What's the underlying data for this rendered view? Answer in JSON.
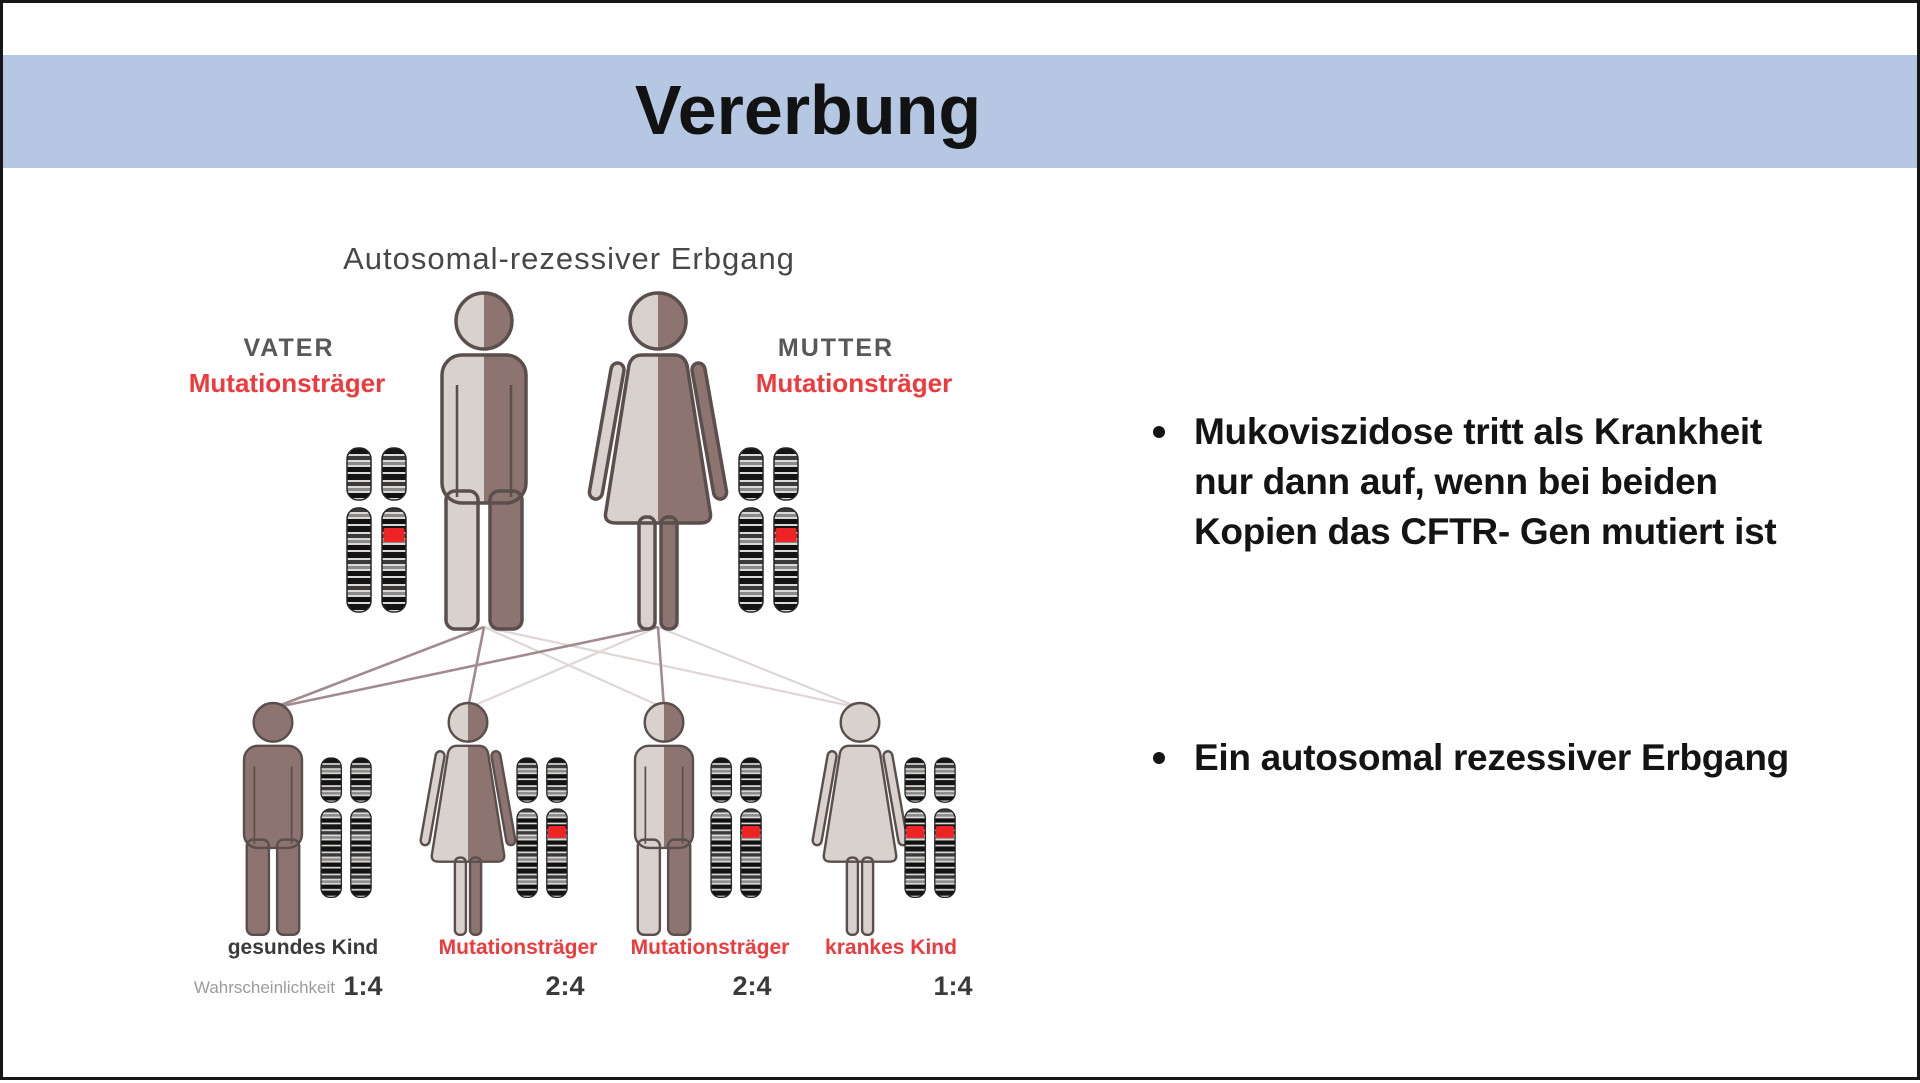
{
  "slide": {
    "title": "Vererbung",
    "colors": {
      "title_band": "#b5c7e2",
      "mutation_red": "#ee3a3c",
      "figure_light": "#d8d1ce",
      "figure_dark": "#8d7471"
    }
  },
  "diagram": {
    "title": "Autosomal-rezessiver Erbgang",
    "father": {
      "role": "VATER",
      "status": "Mutationsträger"
    },
    "mother": {
      "role": "MUTTER",
      "status": "Mutationsträger"
    },
    "probability_label": "Wahrscheinlichkeit",
    "children": [
      {
        "label": "gesundes Kind",
        "ratio": "1:4"
      },
      {
        "label": "Mutationsträger",
        "ratio": "2:4"
      },
      {
        "label": "Mutationsträger",
        "ratio": "2:4"
      },
      {
        "label": "krankes Kind",
        "ratio": "1:4"
      }
    ]
  },
  "bullets": [
    {
      "lines": [
        "Mukoviszidose tritt als Krankheit",
        "nur dann auf, wenn bei beiden",
        "Kopien das CFTR- Gen mutiert ist"
      ]
    },
    {
      "lines": [
        "Ein autosomal rezessiver Erbgang"
      ]
    }
  ]
}
